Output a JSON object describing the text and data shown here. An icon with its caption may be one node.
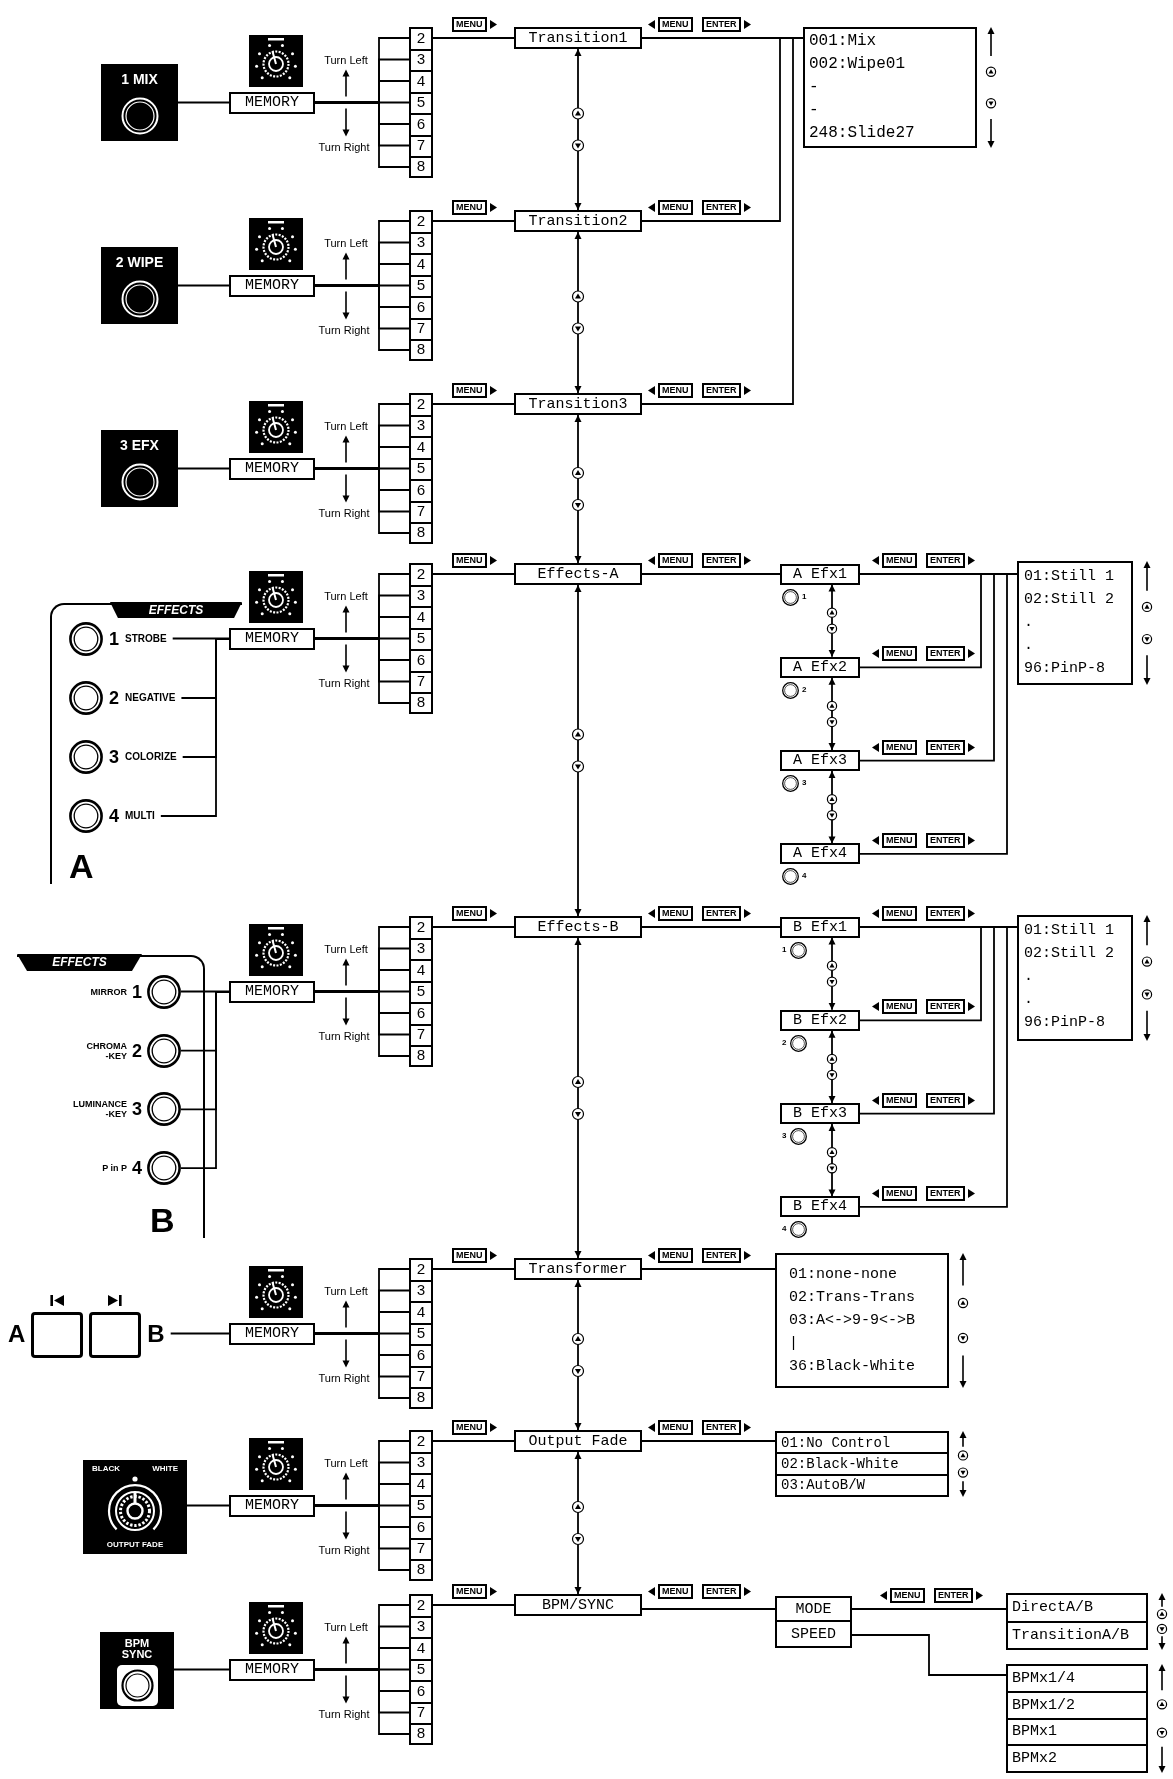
{
  "diagram": {
    "nodes": [
      {
        "text": [
          "1 MIX"
        ]
      },
      {
        "text": [
          "MEMORY"
        ]
      },
      {
        "text": [
          "2"
        ]
      },
      {
        "text": [
          "3"
        ]
      },
      {
        "text": [
          "4"
        ]
      },
      {
        "text": [
          "5"
        ]
      },
      {
        "text": [
          "6"
        ]
      },
      {
        "text": [
          "7"
        ]
      },
      {
        "text": [
          "8"
        ]
      },
      {
        "text": [
          "Transition1"
        ]
      },
      {
        "text": [
          "001:Mix",
          "002:Wipe01",
          "-",
          "-",
          "248:Slide27"
        ]
      },
      {
        "text": [
          "2 WIPE"
        ]
      },
      {
        "text": [
          "MEMORY"
        ]
      },
      {
        "text": [
          "2"
        ]
      },
      {
        "text": [
          "3"
        ]
      },
      {
        "text": [
          "4"
        ]
      },
      {
        "text": [
          "5"
        ]
      },
      {
        "text": [
          "6"
        ]
      },
      {
        "text": [
          "7"
        ]
      },
      {
        "text": [
          "8"
        ]
      },
      {
        "text": [
          "Transition2"
        ]
      },
      {
        "text": [
          "3 EFX"
        ]
      },
      {
        "text": [
          "MEMORY"
        ]
      },
      {
        "text": [
          "2"
        ]
      },
      {
        "text": [
          "3"
        ]
      },
      {
        "text": [
          "4"
        ]
      },
      {
        "text": [
          "5"
        ]
      },
      {
        "text": [
          "6"
        ]
      },
      {
        "text": [
          "7"
        ]
      },
      {
        "text": [
          "8"
        ]
      },
      {
        "text": [
          "Transition3"
        ]
      },
      {
        "text": [
          "EFFECTS",
          "A"
        ]
      },
      {
        "text": [
          "1",
          "STROBE"
        ],
        "in": 31
      },
      {
        "text": [
          "2",
          "NEGATIVE"
        ],
        "in": 31
      },
      {
        "text": [
          "3",
          "COLORIZE"
        ],
        "in": 31
      },
      {
        "text": [
          "4",
          "MULTI"
        ],
        "in": 31
      },
      {
        "text": [
          "MEMORY"
        ]
      },
      {
        "text": [
          "2"
        ]
      },
      {
        "text": [
          "3"
        ]
      },
      {
        "text": [
          "4"
        ]
      },
      {
        "text": [
          "5"
        ]
      },
      {
        "text": [
          "6"
        ]
      },
      {
        "text": [
          "7"
        ]
      },
      {
        "text": [
          "8"
        ]
      },
      {
        "text": [
          "Effects-A"
        ]
      },
      {
        "text": [
          "A Efx1"
        ],
        "beside": [
          "1"
        ]
      },
      {
        "text": [
          "01:Still 1",
          "02:Still 2",
          ".",
          ".",
          "96:PinP-8"
        ]
      },
      {
        "text": [
          "A Efx2"
        ],
        "beside": [
          "2"
        ]
      },
      {
        "text": [
          "A Efx3"
        ],
        "beside": [
          "3"
        ]
      },
      {
        "text": [
          "A Efx4"
        ],
        "beside": [
          "4"
        ]
      },
      {
        "text": [
          "EFFECTS",
          "B"
        ]
      },
      {
        "text": [
          "MIRROR",
          "1"
        ],
        "in": 50
      },
      {
        "text": [
          "CHROMA -KEY",
          "2"
        ],
        "in": 50
      },
      {
        "text": [
          "LUMINANCE -KEY",
          "3"
        ],
        "in": 50
      },
      {
        "text": [
          "P in P",
          "4"
        ],
        "in": 50
      },
      {
        "text": [
          "MEMORY"
        ]
      },
      {
        "text": [
          "2"
        ]
      },
      {
        "text": [
          "3"
        ]
      },
      {
        "text": [
          "4"
        ]
      },
      {
        "text": [
          "5"
        ]
      },
      {
        "text": [
          "6"
        ]
      },
      {
        "text": [
          "7"
        ]
      },
      {
        "text": [
          "8"
        ]
      },
      {
        "text": [
          "Effects-B"
        ]
      },
      {
        "text": [
          "B Efx1"
        ],
        "beside": [
          "1"
        ]
      },
      {
        "text": [
          "01:Still 1",
          "02:Still 2",
          ".",
          ".",
          "96:PinP-8"
        ]
      },
      {
        "text": [
          "B Efx2"
        ],
        "beside": [
          "2"
        ]
      },
      {
        "text": [
          "B Efx3"
        ],
        "beside": [
          "3"
        ]
      },
      {
        "text": [
          "B Efx4"
        ],
        "beside": [
          "4"
        ]
      },
      {
        "text": [
          "A",
          "B"
        ]
      },
      {
        "text": [
          "MEMORY"
        ]
      },
      {
        "text": [
          "2"
        ]
      },
      {
        "text": [
          "3"
        ]
      },
      {
        "text": [
          "4"
        ]
      },
      {
        "text": [
          "5"
        ]
      },
      {
        "text": [
          "6"
        ]
      },
      {
        "text": [
          "7"
        ]
      },
      {
        "text": [
          "8"
        ]
      },
      {
        "text": [
          "Transformer"
        ]
      },
      {
        "text": [
          "01:none-none",
          "02:Trans-Trans",
          "03:A<->9-9<->B",
          "|",
          "36:Black-White"
        ]
      },
      {
        "text": [
          "BLACK",
          "WHITE",
          "OUTPUT FADE"
        ]
      },
      {
        "text": [
          "MEMORY"
        ]
      },
      {
        "text": [
          "2"
        ]
      },
      {
        "text": [
          "3"
        ]
      },
      {
        "text": [
          "4"
        ]
      },
      {
        "text": [
          "5"
        ]
      },
      {
        "text": [
          "6"
        ]
      },
      {
        "text": [
          "7"
        ]
      },
      {
        "text": [
          "8"
        ]
      },
      {
        "text": [
          "Output Fade"
        ]
      },
      {
        "text": [
          "01:No Control",
          "02:Black-White",
          "03:AutoB/W"
        ]
      },
      {
        "text": [
          "BPM SYNC"
        ]
      },
      {
        "text": [
          "MEMORY"
        ]
      },
      {
        "text": [
          "2"
        ]
      },
      {
        "text": [
          "3"
        ]
      },
      {
        "text": [
          "4"
        ]
      },
      {
        "text": [
          "5"
        ]
      },
      {
        "text": [
          "6"
        ]
      },
      {
        "text": [
          "7"
        ]
      },
      {
        "text": [
          "8"
        ]
      },
      {
        "text": [
          "BPM/SYNC"
        ]
      },
      {
        "text": [
          "MODE"
        ]
      },
      {
        "text": [
          "DirectA/B",
          "TransitionA/B"
        ]
      },
      {
        "text": [
          "SPEED"
        ]
      },
      {
        "text": [
          "BPMx1/4",
          "BPMx1/2",
          "BPMx1",
          "BPMx2"
        ]
      }
    ],
    "edges": [
      {
        "from": 0,
        "to": 1,
        "arrow": "none"
      },
      {
        "from": 1,
        "to": 2,
        "arrow": "none"
      },
      {
        "from": 1,
        "to": 3,
        "arrow": "none"
      },
      {
        "from": 1,
        "to": 4,
        "arrow": "none"
      },
      {
        "from": 1,
        "to": 5,
        "arrow": "none"
      },
      {
        "from": 1,
        "to": 6,
        "arrow": "none"
      },
      {
        "from": 1,
        "to": 7,
        "arrow": "none"
      },
      {
        "from": 1,
        "to": 8,
        "arrow": "none"
      },
      {
        "from": 2,
        "to": 9,
        "arrow": "none"
      },
      {
        "from": 9,
        "to": 10,
        "arrow": "none"
      },
      {
        "from": 9,
        "to": 20,
        "arrow": "both"
      },
      {
        "from": 11,
        "to": 12,
        "arrow": "none"
      },
      {
        "from": 12,
        "to": 13,
        "arrow": "none"
      },
      {
        "from": 12,
        "to": 14,
        "arrow": "none"
      },
      {
        "from": 12,
        "to": 15,
        "arrow": "none"
      },
      {
        "from": 12,
        "to": 16,
        "arrow": "none"
      },
      {
        "from": 12,
        "to": 17,
        "arrow": "none"
      },
      {
        "from": 12,
        "to": 18,
        "arrow": "none"
      },
      {
        "from": 12,
        "to": 19,
        "arrow": "none"
      },
      {
        "from": 13,
        "to": 20,
        "arrow": "none"
      },
      {
        "from": 20,
        "to": 10,
        "arrow": "none"
      },
      {
        "from": 20,
        "to": 30,
        "arrow": "both"
      },
      {
        "from": 21,
        "to": 22,
        "arrow": "none"
      },
      {
        "from": 22,
        "to": 23,
        "arrow": "none"
      },
      {
        "from": 22,
        "to": 24,
        "arrow": "none"
      },
      {
        "from": 22,
        "to": 25,
        "arrow": "none"
      },
      {
        "from": 22,
        "to": 26,
        "arrow": "none"
      },
      {
        "from": 22,
        "to": 27,
        "arrow": "none"
      },
      {
        "from": 22,
        "to": 28,
        "arrow": "none"
      },
      {
        "from": 22,
        "to": 29,
        "arrow": "none"
      },
      {
        "from": 23,
        "to": 30,
        "arrow": "none"
      },
      {
        "from": 30,
        "to": 10,
        "arrow": "none"
      },
      {
        "from": 30,
        "to": 44,
        "arrow": "both"
      },
      {
        "from": 32,
        "to": 36,
        "arrow": "none"
      },
      {
        "from": 33,
        "to": 36,
        "arrow": "none"
      },
      {
        "from": 34,
        "to": 36,
        "arrow": "none"
      },
      {
        "from": 35,
        "to": 36,
        "arrow": "none"
      },
      {
        "from": 36,
        "to": 37,
        "arrow": "none"
      },
      {
        "from": 36,
        "to": 38,
        "arrow": "none"
      },
      {
        "from": 36,
        "to": 39,
        "arrow": "none"
      },
      {
        "from": 36,
        "to": 40,
        "arrow": "none"
      },
      {
        "from": 36,
        "to": 41,
        "arrow": "none"
      },
      {
        "from": 36,
        "to": 42,
        "arrow": "none"
      },
      {
        "from": 36,
        "to": 43,
        "arrow": "none"
      },
      {
        "from": 37,
        "to": 44,
        "arrow": "none"
      },
      {
        "from": 44,
        "to": 45,
        "arrow": "none"
      },
      {
        "from": 45,
        "to": 46,
        "arrow": "none"
      },
      {
        "from": 45,
        "to": 47,
        "arrow": "both"
      },
      {
        "from": 47,
        "to": 46,
        "arrow": "none"
      },
      {
        "from": 47,
        "to": 48,
        "arrow": "both"
      },
      {
        "from": 48,
        "to": 46,
        "arrow": "none"
      },
      {
        "from": 48,
        "to": 49,
        "arrow": "both"
      },
      {
        "from": 49,
        "to": 46,
        "arrow": "none"
      },
      {
        "from": 44,
        "to": 63,
        "arrow": "both"
      },
      {
        "from": 51,
        "to": 55,
        "arrow": "none"
      },
      {
        "from": 52,
        "to": 55,
        "arrow": "none"
      },
      {
        "from": 53,
        "to": 55,
        "arrow": "none"
      },
      {
        "from": 54,
        "to": 55,
        "arrow": "none"
      },
      {
        "from": 55,
        "to": 56,
        "arrow": "none"
      },
      {
        "from": 55,
        "to": 57,
        "arrow": "none"
      },
      {
        "from": 55,
        "to": 58,
        "arrow": "none"
      },
      {
        "from": 55,
        "to": 59,
        "arrow": "none"
      },
      {
        "from": 55,
        "to": 60,
        "arrow": "none"
      },
      {
        "from": 55,
        "to": 61,
        "arrow": "none"
      },
      {
        "from": 55,
        "to": 62,
        "arrow": "none"
      },
      {
        "from": 56,
        "to": 63,
        "arrow": "none"
      },
      {
        "from": 63,
        "to": 64,
        "arrow": "none"
      },
      {
        "from": 64,
        "to": 65,
        "arrow": "none"
      },
      {
        "from": 64,
        "to": 66,
        "arrow": "both"
      },
      {
        "from": 66,
        "to": 65,
        "arrow": "none"
      },
      {
        "from": 66,
        "to": 67,
        "arrow": "both"
      },
      {
        "from": 67,
        "to": 65,
        "arrow": "none"
      },
      {
        "from": 67,
        "to": 68,
        "arrow": "both"
      },
      {
        "from": 68,
        "to": 65,
        "arrow": "none"
      },
      {
        "from": 63,
        "to": 78,
        "arrow": "both"
      },
      {
        "from": 69,
        "to": 70,
        "arrow": "none"
      },
      {
        "from": 70,
        "to": 71,
        "arrow": "none"
      },
      {
        "from": 70,
        "to": 72,
        "arrow": "none"
      },
      {
        "from": 70,
        "to": 73,
        "arrow": "none"
      },
      {
        "from": 70,
        "to": 74,
        "arrow": "none"
      },
      {
        "from": 70,
        "to": 75,
        "arrow": "none"
      },
      {
        "from": 70,
        "to": 76,
        "arrow": "none"
      },
      {
        "from": 70,
        "to": 77,
        "arrow": "none"
      },
      {
        "from": 71,
        "to": 78,
        "arrow": "none"
      },
      {
        "from": 78,
        "to": 79,
        "arrow": "none"
      },
      {
        "from": 78,
        "to": 89,
        "arrow": "both"
      },
      {
        "from": 80,
        "to": 81,
        "arrow": "none"
      },
      {
        "from": 81,
        "to": 82,
        "arrow": "none"
      },
      {
        "from": 81,
        "to": 83,
        "arrow": "none"
      },
      {
        "from": 81,
        "to": 84,
        "arrow": "none"
      },
      {
        "from": 81,
        "to": 85,
        "arrow": "none"
      },
      {
        "from": 81,
        "to": 86,
        "arrow": "none"
      },
      {
        "from": 81,
        "to": 87,
        "arrow": "none"
      },
      {
        "from": 81,
        "to": 88,
        "arrow": "none"
      },
      {
        "from": 82,
        "to": 89,
        "arrow": "none"
      },
      {
        "from": 89,
        "to": 90,
        "arrow": "none"
      },
      {
        "from": 89,
        "to": 100,
        "arrow": "both"
      },
      {
        "from": 91,
        "to": 92,
        "arrow": "none"
      },
      {
        "from": 92,
        "to": 93,
        "arrow": "none"
      },
      {
        "from": 92,
        "to": 94,
        "arrow": "none"
      },
      {
        "from": 92,
        "to": 95,
        "arrow": "none"
      },
      {
        "from": 92,
        "to": 96,
        "arrow": "none"
      },
      {
        "from": 92,
        "to": 97,
        "arrow": "none"
      },
      {
        "from": 92,
        "to": 98,
        "arrow": "none"
      },
      {
        "from": 92,
        "to": 99,
        "arrow": "none"
      },
      {
        "from": 93,
        "to": 100,
        "arrow": "none"
      },
      {
        "from": 100,
        "to": 101,
        "arrow": "none"
      },
      {
        "from": 101,
        "to": 102,
        "arrow": "none"
      },
      {
        "from": 103,
        "to": 104,
        "arrow": "none"
      }
    ],
    "labels": [
      "MENU",
      "MENU",
      "ENTER",
      "Turn Left",
      "Turn Right",
      "MENU",
      "MENU",
      "ENTER",
      "Turn Left",
      "Turn Right",
      "MENU",
      "MENU",
      "ENTER",
      "Turn Left",
      "Turn Right",
      "MENU",
      "MENU",
      "ENTER",
      "MENU",
      "ENTER",
      "MENU",
      "ENTER",
      "MENU",
      "ENTER",
      "MENU",
      "ENTER",
      "Turn Left",
      "Turn Right",
      "MENU",
      "MENU",
      "ENTER",
      "MENU",
      "ENTER",
      "MENU",
      "ENTER",
      "MENU",
      "ENTER",
      "MENU",
      "ENTER",
      "Turn Left",
      "Turn Right",
      "MENU",
      "MENU",
      "ENTER",
      "Turn Left",
      "Turn Right",
      "MENU",
      "MENU",
      "ENTER",
      "Turn Left",
      "Turn Right",
      "MENU",
      "MENU",
      "ENTER",
      "MENU",
      "ENTER",
      "Turn Left",
      "Turn Right"
    ]
  }
}
